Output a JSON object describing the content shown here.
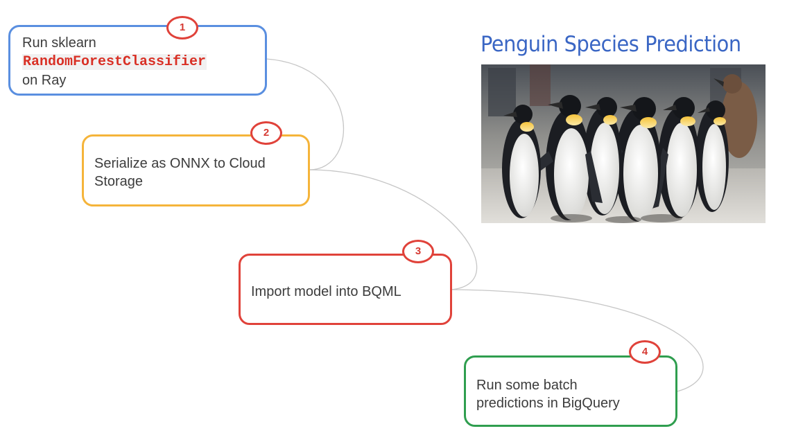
{
  "colors": {
    "step1_border": "#5a8fe0",
    "step2_border": "#f5b43a",
    "step3_border": "#e0423a",
    "step4_border": "#2f9e4f",
    "badge": "#e0423a",
    "code_text": "#d93025",
    "title_text": "#3a66c4",
    "connector": "#c6c6c6"
  },
  "steps": [
    {
      "number": "1",
      "lines": [
        "Run sklearn",
        "RandomForestClassifier",
        "on Ray"
      ]
    },
    {
      "number": "2",
      "lines": [
        "Serialize as ONNX to Cloud",
        "Storage"
      ]
    },
    {
      "number": "3",
      "lines": [
        "Import model into BQML"
      ]
    },
    {
      "number": "4",
      "lines": [
        "Run some batch",
        "predictions in BigQuery"
      ]
    }
  ],
  "photo": {
    "title": "Penguin Species Prediction",
    "image": "emperor-penguins-photo"
  }
}
